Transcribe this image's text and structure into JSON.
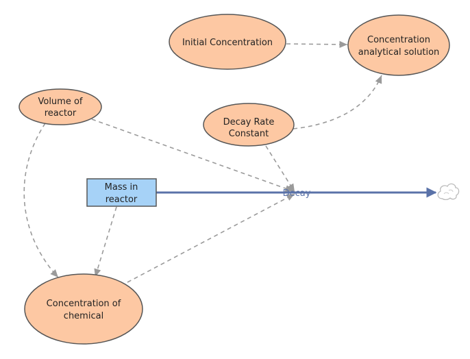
{
  "colors": {
    "variable_fill": "#fdc8a3",
    "stock_fill": "#a6d2f7",
    "outline": "#555555",
    "link": "#9a9a9a",
    "flow": "#5a72a8",
    "cloud_stroke": "#bbbbbb",
    "text": "#222222",
    "flow_label": "#5a72a8"
  },
  "nodes": {
    "initial_concentration": {
      "lines": [
        "Initial Concentration"
      ]
    },
    "concentration_analytical": {
      "lines": [
        "Concentration",
        "analytical solution"
      ]
    },
    "volume_of_reactor": {
      "lines": [
        "Volume of",
        "reactor"
      ]
    },
    "decay_rate_constant": {
      "lines": [
        "Decay Rate",
        "Constant"
      ]
    },
    "mass_in_reactor": {
      "lines": [
        "Mass in",
        "reactor"
      ]
    },
    "concentration_of_chemical": {
      "lines": [
        "Concentration of",
        "chemical"
      ]
    }
  },
  "flow": {
    "label": "Decay"
  },
  "icons": {
    "sink": "cloud-icon"
  }
}
